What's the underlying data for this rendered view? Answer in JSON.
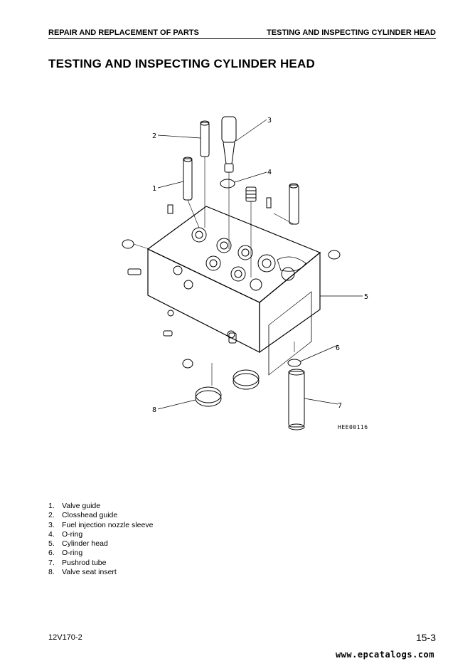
{
  "header": {
    "left": "REPAIR AND REPLACEMENT OF PARTS",
    "right": "TESTING AND INSPECTING CYLINDER HEAD"
  },
  "title": "TESTING AND INSPECTING CYLINDER HEAD",
  "figure": {
    "callouts": [
      "1",
      "2",
      "3",
      "4",
      "5",
      "6",
      "7",
      "8"
    ],
    "code": "HEE00116"
  },
  "legend": [
    {
      "num": "1.",
      "text": "Valve guide"
    },
    {
      "num": "2.",
      "text": "Closshead guide"
    },
    {
      "num": "3.",
      "text": "Fuel injection nozzle sleeve"
    },
    {
      "num": "4.",
      "text": "O-ring"
    },
    {
      "num": "5.",
      "text": "Cylinder head"
    },
    {
      "num": "6.",
      "text": "O-ring"
    },
    {
      "num": "7.",
      "text": "Pushrod tube"
    },
    {
      "num": "8.",
      "text": "Valve seat insert"
    }
  ],
  "footer": {
    "model": "12V170-2",
    "page": "15-3",
    "watermark": "www.epcatalogs.com"
  }
}
